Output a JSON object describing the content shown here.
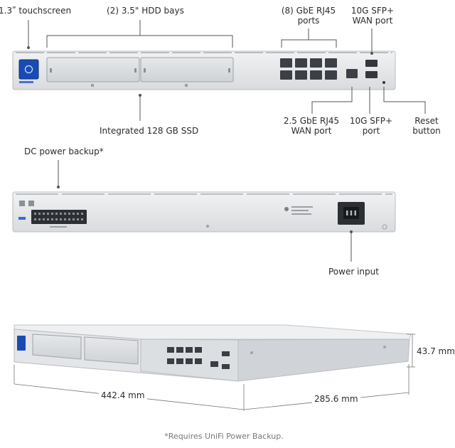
{
  "front": {
    "touchscreen": "1.3ʺ touchscreen",
    "hdd_bays": "(2) 3.5\" HDD bays",
    "gbe_ports_line1": "(8) GbE RJ45",
    "gbe_ports_line2": "ports",
    "sfp_wan_line1": "10G SFP+",
    "sfp_wan_line2": "WAN port",
    "ssd": "Integrated 128 GB SSD",
    "wan25_line1": "2.5 GbE RJ45",
    "wan25_line2": "WAN port",
    "sfp_port_line1": "10G SFP+",
    "sfp_port_line2": "port",
    "reset_line1": "Reset",
    "reset_line2": "button"
  },
  "rear": {
    "dc_backup": "DC power backup*",
    "power_input": "Power input"
  },
  "dimensions": {
    "width": "442.4 mm",
    "depth": "285.6 mm",
    "height": "43.7 mm"
  },
  "footnote": "*Requires UniFi Power Backup."
}
